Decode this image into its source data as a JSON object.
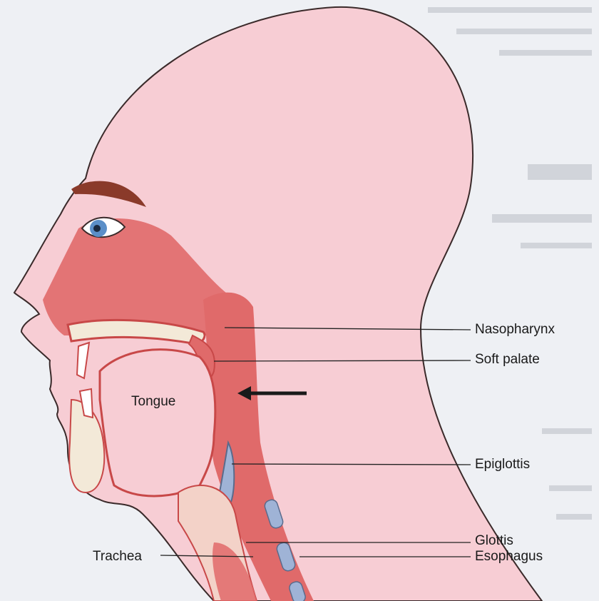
{
  "diagram": {
    "labels": {
      "nasopharynx": "Nasopharynx",
      "soft_palate": "Soft palate",
      "tongue": "Tongue",
      "epiglottis": "Epiglottis",
      "glottis": "Glottis",
      "trachea": "Trachea",
      "esophagus": "Esophagus"
    },
    "colors": {
      "skin": "#f7cdd4",
      "tissue": "#e06a6a",
      "tissue_dark": "#c84848",
      "bone": "#f3e9d8",
      "cartilage": "#9fb3d6",
      "eyebrow": "#8a3a2a",
      "iris": "#5b8fc8",
      "leader_line": "#222222"
    }
  }
}
